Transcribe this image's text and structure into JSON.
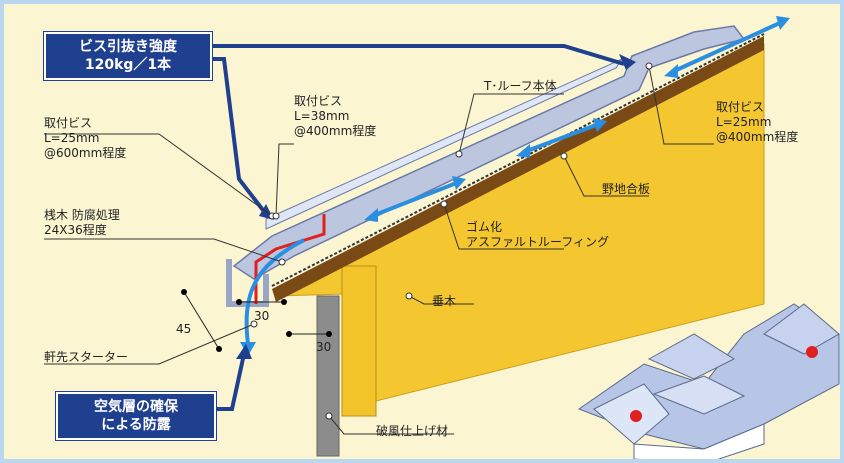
{
  "callouts": {
    "top": [
      "ビス引抜き強度",
      "120kg／1本"
    ],
    "bottom": [
      "空気層の確保",
      "による防露"
    ]
  },
  "labels": {
    "screw_left": [
      "取付ビス",
      "L=25mm",
      "@600mm程度"
    ],
    "screw_mid": [
      "取付ビス",
      "L=38mm",
      "@400mm程度"
    ],
    "screw_right": [
      "取付ビス",
      "L=25mm",
      "@400mm程度"
    ],
    "roof_body": "T･ルーフ本体",
    "sarukiku": [
      "桟木 防腐処理",
      "24X36程度"
    ],
    "base_plywood": "野地合板",
    "roofing": [
      "ゴム化",
      "アスファルトルーフィング"
    ],
    "rafter": "垂木",
    "eave_starter": "軒先スターター",
    "fascia": "破風仕上げ材"
  },
  "dimensions": {
    "d45": "45",
    "d30a": "30",
    "d30b": "30"
  },
  "colors": {
    "callout_bg": "#1f3f8f",
    "roof_metal": "#b8c2dc",
    "wood": "#f3c52d",
    "plywood": "#7a4a16",
    "arrow": "#2a8fe0",
    "red_line": "#e02020"
  }
}
